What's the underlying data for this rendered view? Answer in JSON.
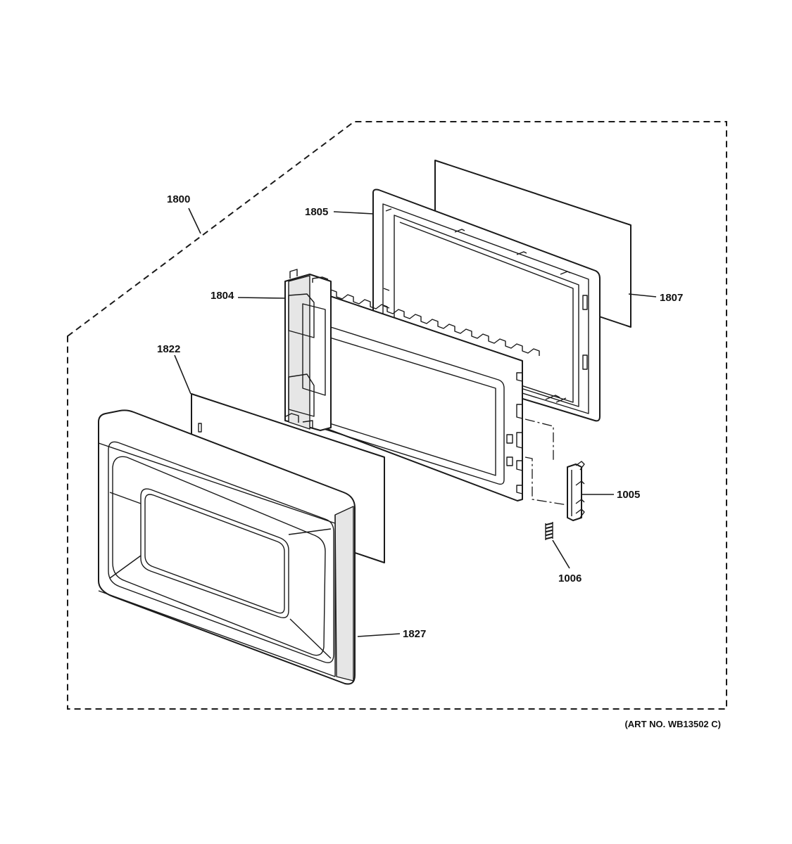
{
  "diagram": {
    "type": "exploded-parts-diagram",
    "callouts": {
      "assembly": "1800",
      "door_frame": "1805",
      "window_panel_rear": "1807",
      "door_chassis": "1804",
      "window_panel_front": "1822",
      "latch": "1005",
      "spring": "1006",
      "door_front": "1827"
    },
    "art_number": "(ART NO. WB13502 C)"
  }
}
